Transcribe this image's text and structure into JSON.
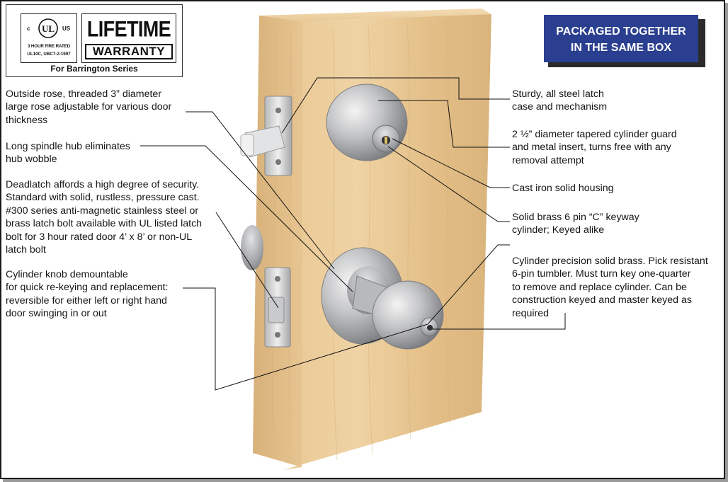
{
  "certification": {
    "ul_mark_c": "c",
    "ul_mark_main": "UL",
    "ul_mark_us": "US",
    "ul_rating_line1": "3 HOUR FIRE RATED",
    "ul_rating_line2": "UL10C, UBC7-2-1997",
    "warranty_line1": "LIFETIME",
    "warranty_line2": "WARRANTY",
    "caption": "For Barrington Series"
  },
  "badge": {
    "line1": "PACKAGED TOGETHER",
    "line2": "IN THE SAME BOX",
    "color": "#2a3f8f"
  },
  "left_labels": [
    "Outside rose, threaded 3” diameter\nlarge rose adjustable for various door\nthickness",
    "Long spindle hub eliminates\nhub wobble",
    "Deadlatch affords a high degree of security.\nStandard with solid, rustless, pressure cast.\n#300 series anti-magnetic stainless steel or\nbrass latch bolt available with UL listed latch\nbolt for 3 hour rated door 4’ x 8’ or non-UL\nlatch bolt",
    "Cylinder knob demountable\nfor quick re-keying and replacement:\nreversible for either left or right hand\ndoor swinging in or out"
  ],
  "right_labels": [
    "Sturdy, all steel latch\ncase and mechanism",
    "2 ½” diameter tapered cylinder guard\nand metal insert, turns free with any\nremoval attempt",
    "Cast iron solid housing",
    "Solid brass 6 pin “C” keyway\ncylinder; Keyed alike",
    "Cylinder precision solid brass. Pick resistant\n6-pin tumbler. Must turn key one-quarter\nto remove and replace cylinder. Can be\nconstruction keyed and master keyed as\nrequired"
  ]
}
